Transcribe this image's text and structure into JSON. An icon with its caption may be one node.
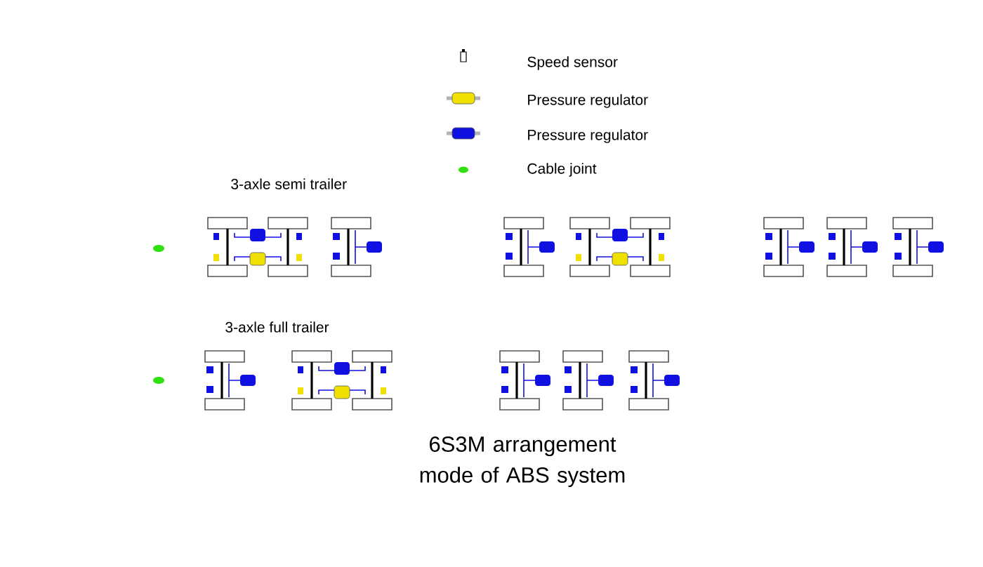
{
  "diagram": {
    "caption": "6S3M arrangement mode of ABS system",
    "labels": [
      "3-axle semi trailer",
      "3-axle full trailer"
    ],
    "legend": [
      {
        "text": "Speed sensor"
      },
      {
        "text": "Pressure regulator"
      },
      {
        "text": "Pressure regulator"
      },
      {
        "text": "Cable joint"
      }
    ]
  }
}
